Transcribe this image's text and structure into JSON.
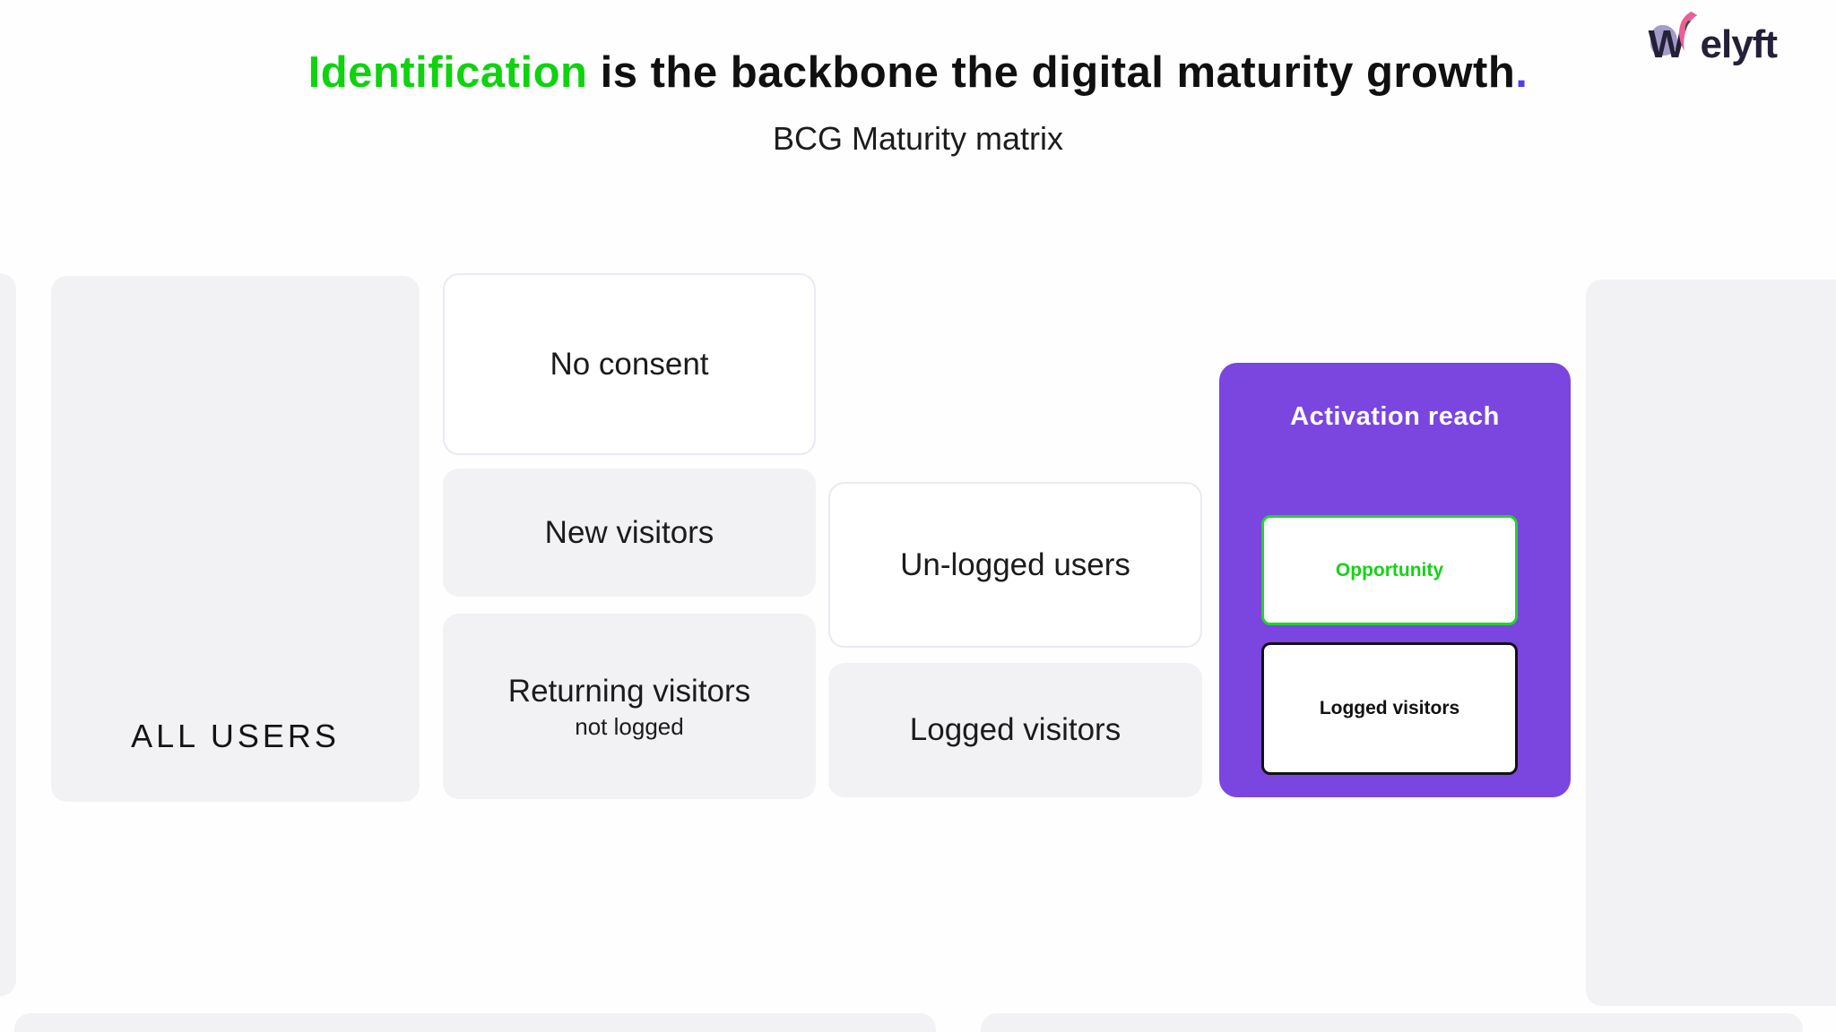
{
  "slide": {
    "title": {
      "highlight": "Identification",
      "rest": " is the backbone the digital maturity growth",
      "period": "."
    },
    "subtitle": "BCG Maturity matrix",
    "logo": {
      "w": "W",
      "rest": "elyft"
    }
  },
  "matrix": {
    "all_users_label": "ALL USERS",
    "no_consent_label": "No consent",
    "new_visitors_label": "New visitors",
    "returning_visitors_label": "Returning visitors",
    "returning_visitors_sublabel": "not logged",
    "unlogged_users_label": "Un-logged users",
    "logged_visitors_label": "Logged visitors"
  },
  "activation": {
    "title": "Activation reach",
    "opportunity_label": "Opportunity",
    "logged_visitors_label": "Logged visitors"
  },
  "colors": {
    "accent_green": "#0ed30e",
    "accent_purple": "#7b45e0",
    "period_blue": "#4a3df2",
    "panel_gray": "#f2f1f4",
    "white_box_border": "#ece8f2",
    "opportunity_border_green": "#22d32b",
    "text_dark": "#161616",
    "logo_navy": "#242038",
    "logo_pink": "#ec5f96",
    "logo_lavender": "#9a8fc0"
  }
}
